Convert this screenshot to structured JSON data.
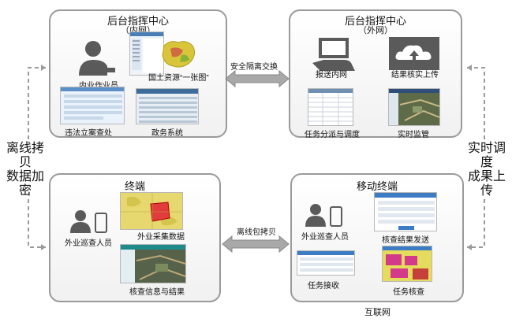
{
  "top_left": {
    "title": "后台指挥中心",
    "subtitle": "（内网）",
    "labels": {
      "staff": "内业作业员",
      "land": "国土资源“一张图”",
      "case": "违法立案查处",
      "gov": "政务系统"
    }
  },
  "top_right": {
    "title": "后台指挥中心",
    "subtitle": "（外网）",
    "labels": {
      "intranet": "报送内网",
      "upload": "结果核实上传",
      "dispatch": "任务分派与调度",
      "monitor": "实时监管"
    }
  },
  "bottom_left": {
    "title": "终端",
    "labels": {
      "inspector": "外业巡查人员",
      "collect": "外业采集数据",
      "verify": "核查信息与结果"
    }
  },
  "bottom_right": {
    "title": "移动终端",
    "labels": {
      "inspector": "外业巡查人员",
      "send": "核查结果发送",
      "receive": "任务接收",
      "check": "任务核查"
    },
    "footer": "互联网"
  },
  "arrows": {
    "top": "安全隔离交换",
    "bottom": "离线包拷贝"
  },
  "side_left": {
    "line1": "离线拷贝",
    "line2": "数据加密"
  },
  "side_right": {
    "line1": "实时调度",
    "line2": "成果上传"
  }
}
